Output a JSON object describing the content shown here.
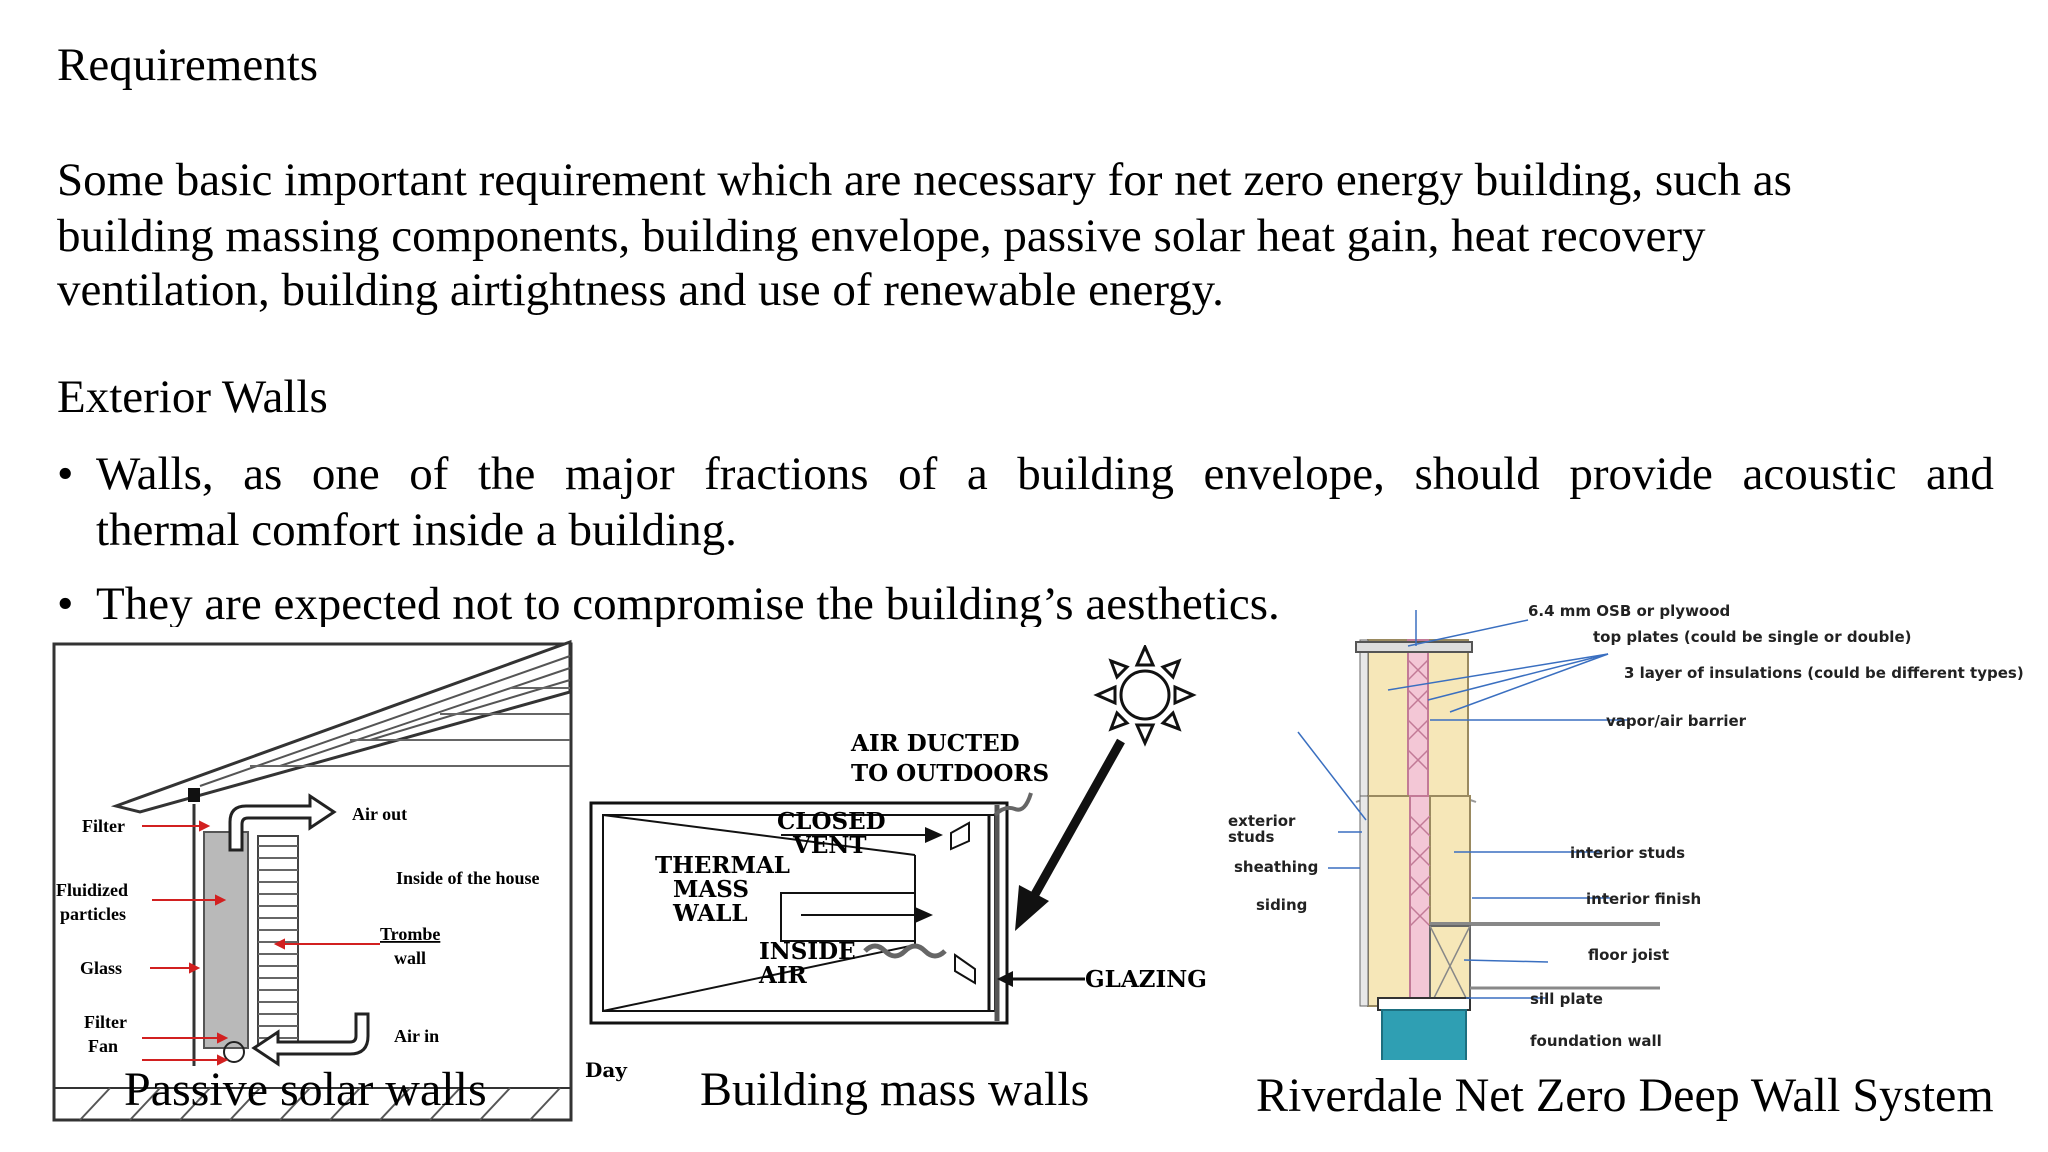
{
  "heading1": "Requirements",
  "paragraph": {
    "line1": "Some basic important requirement which are necessary for net zero energy building, such as",
    "line2": "building massing components, building envelope, passive solar heat gain, heat recovery",
    "line3": "ventilation, building airtightness and use of renewable energy."
  },
  "heading2": "Exterior Walls",
  "bullets": {
    "b1_line1": [
      "Walls,",
      "as",
      "one",
      "of",
      "the",
      "major",
      "fractions",
      "of",
      "a",
      "building",
      "envelope,",
      "should",
      "provide",
      "acoustic",
      "and"
    ],
    "b1_line2": "thermal comfort inside a building.",
    "b2": "They are expected not to compromise the building’s aesthetics."
  },
  "figure1": {
    "caption": "Passive solar walls",
    "labels": {
      "filter_top": "Filter",
      "air_out": "Air out",
      "fluidized_1": "Fluidized",
      "fluidized_2": "particles",
      "inside_house": "Inside of the house",
      "glass": "Glass",
      "trombe_1": "Trombe",
      "trombe_2": "wall",
      "filter_bottom": "Filter",
      "fan": "Fan",
      "air_in": "Air in"
    }
  },
  "figure2": {
    "caption": "Building mass walls",
    "labels": {
      "air_ducted_1": "AIR DUCTED",
      "air_ducted_2": "TO OUTDOORS",
      "closed_vent_1": "CLOSED",
      "closed_vent_2": "VENT",
      "thermal_1": "THERMAL",
      "thermal_2": "MASS",
      "thermal_3": "WALL",
      "inside_air_1": "INSIDE",
      "inside_air_2": "AIR",
      "glazing": "GLAZING",
      "day": "Day"
    }
  },
  "figure3": {
    "caption": "Riverdale Net Zero Deep Wall System",
    "labels": {
      "osb": "6.4 mm OSB or plywood",
      "top_plates": "top plates (could be single or double)",
      "insulation": "3 layer of insulations (could be different types)",
      "vapor": "vapor/air barrier",
      "ext_studs_1": "exterior",
      "ext_studs_2": "studs",
      "sheathing": "sheathing",
      "siding": "siding",
      "int_studs": "interior studs",
      "int_finish": "interior finish",
      "floor_joist": "floor joist",
      "sill_plate": "sill plate",
      "foundation": "foundation wall"
    }
  },
  "colors": {
    "text": "#000000",
    "insulation": "#f6e7b8",
    "vapor_barrier": "#d9a0b6",
    "foundation": "#2f9fb3",
    "leader_lines": "#3a6fc0",
    "red_arrows": "#d22020"
  }
}
